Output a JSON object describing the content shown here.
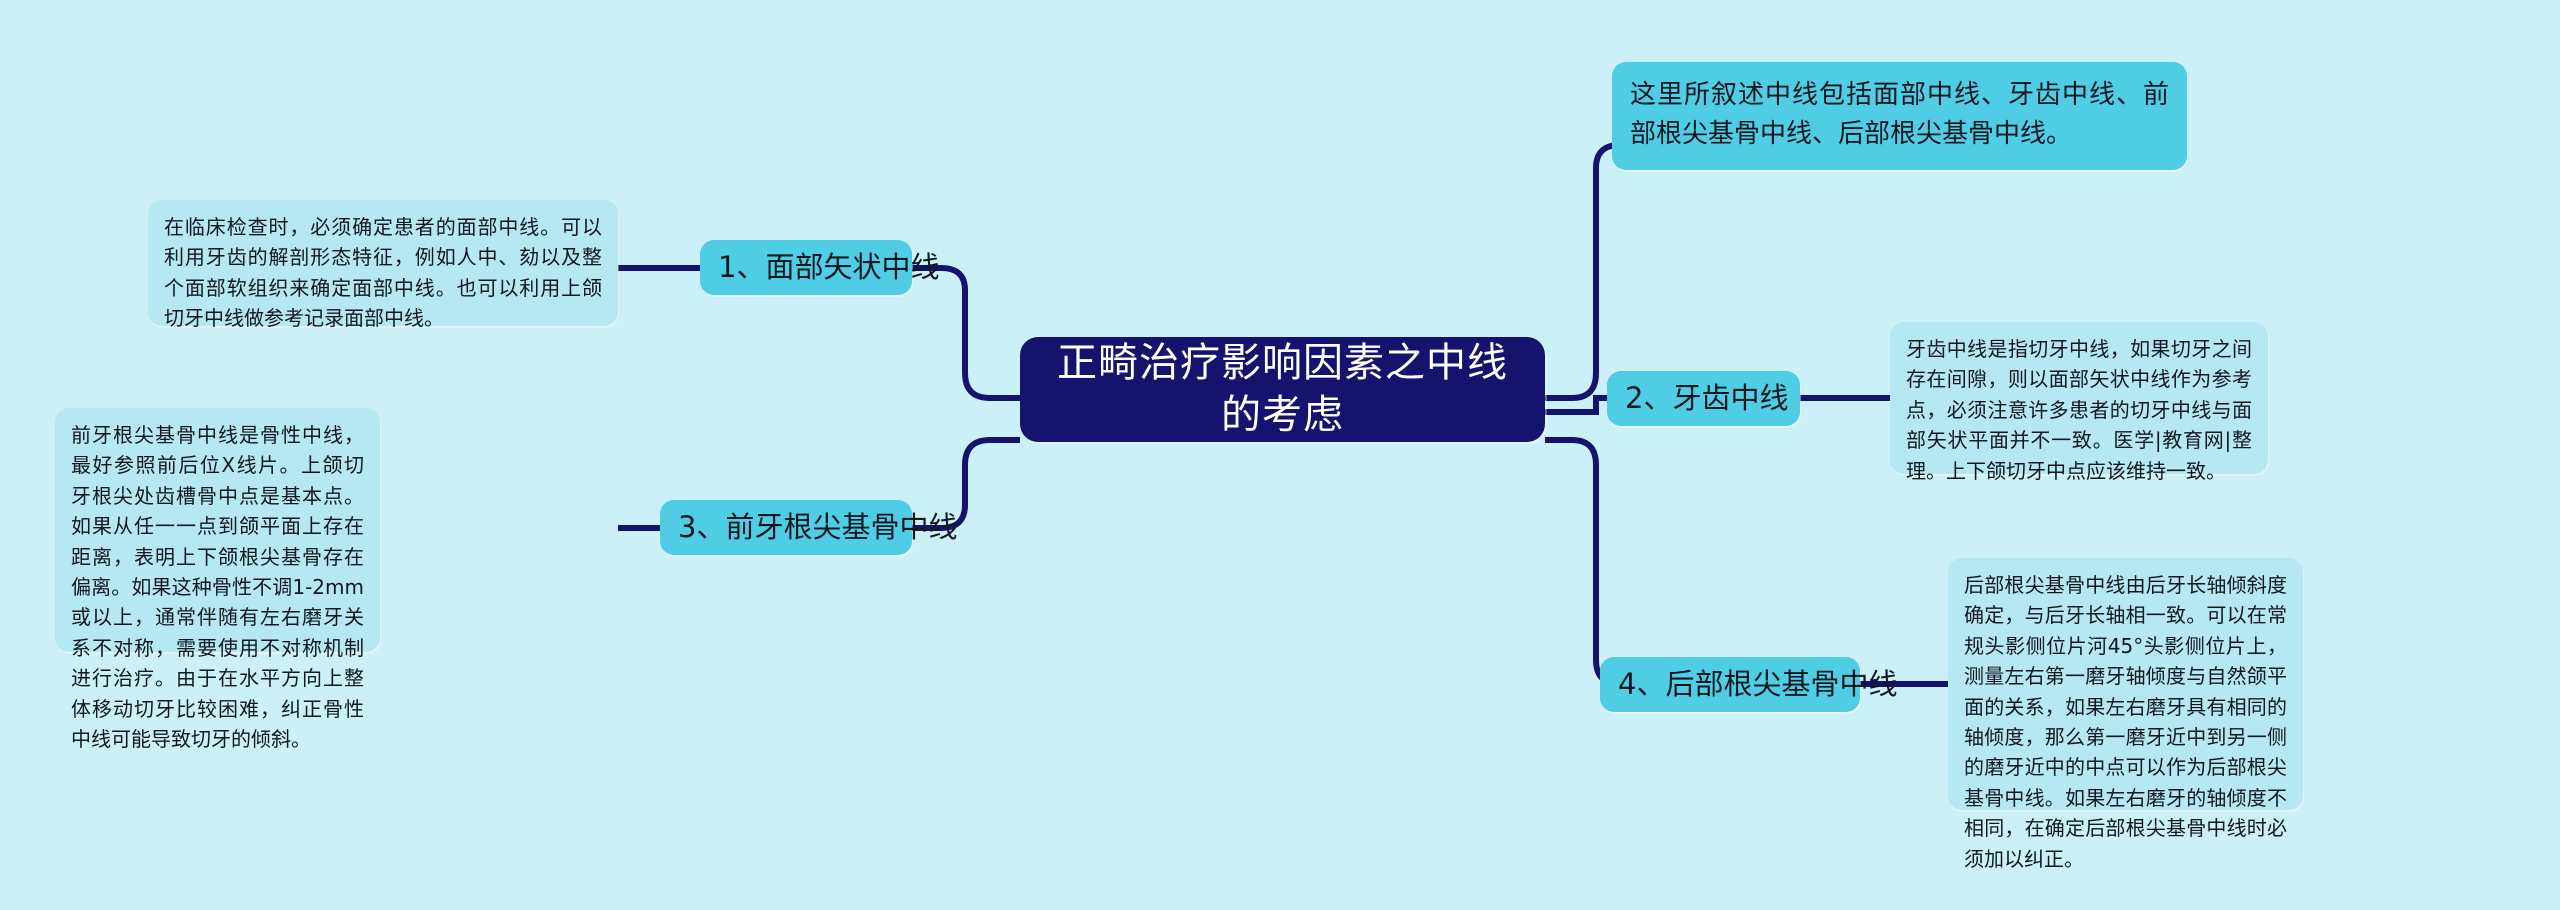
{
  "theme": {
    "background": "#ccf0f7",
    "root_fill": "#14146e",
    "root_text": "#ffffff",
    "branch_fill": "#4fcde4",
    "leaf_fill": "#b5e8f3",
    "edge_color": "#14146e"
  },
  "root": {
    "title": "正畸治疗影响因素之中线的考虑"
  },
  "branches": [
    {
      "id": "branch-1",
      "label": "1、面部矢状中线",
      "side": "left",
      "detail": "在临床检查时，必须确定患者的面部中线。可以利用牙齿的解剖形态特征，例如人中、劾以及整个面部软组织来确定面部中线。也可以利用上颌切牙中线做参考记录面部中线。"
    },
    {
      "id": "branch-3",
      "label": "3、前牙根尖基骨中线",
      "side": "left",
      "detail": "前牙根尖基骨中线是骨性中线，最好参照前后位X线片。上颌切牙根尖处齿槽骨中点是基本点。如果从任一一点到颌平面上存在距离，表明上下颌根尖基骨存在偏离。如果这种骨性不调1-2mm或以上，通常伴随有左右磨牙关系不对称，需要使用不对称机制进行治疗。由于在水平方向上整体移动切牙比较困难，纠正骨性中线可能导致切牙的倾斜。"
    },
    {
      "id": "branch-overview",
      "label": "这里所叙述中线包括面部中线、牙齿中线、前部根尖基骨中线、后部根尖基骨中线。",
      "side": "right",
      "detail": ""
    },
    {
      "id": "branch-2",
      "label": "2、牙齿中线",
      "side": "right",
      "detail": "牙齿中线是指切牙中线，如果切牙之间存在间隙，则以面部矢状中线作为参考点，必须注意许多患者的切牙中线与面部矢状平面并不一致。医学|教育网|整理。上下颌切牙中点应该维持一致。"
    },
    {
      "id": "branch-4",
      "label": "4、后部根尖基骨中线",
      "side": "right",
      "detail": "后部根尖基骨中线由后牙长轴倾斜度确定，与后牙长轴相一致。可以在常规头影侧位片河45°头影侧位片上，测量左右第一磨牙轴倾度与自然颌平面的关系，如果左右磨牙具有相同的轴倾度，那么第一磨牙近中到另一侧的磨牙近中的中点可以作为后部根尖基骨中线。如果左右磨牙的轴倾度不相同，在确定后部根尖基骨中线时必须加以纠正。"
    }
  ]
}
